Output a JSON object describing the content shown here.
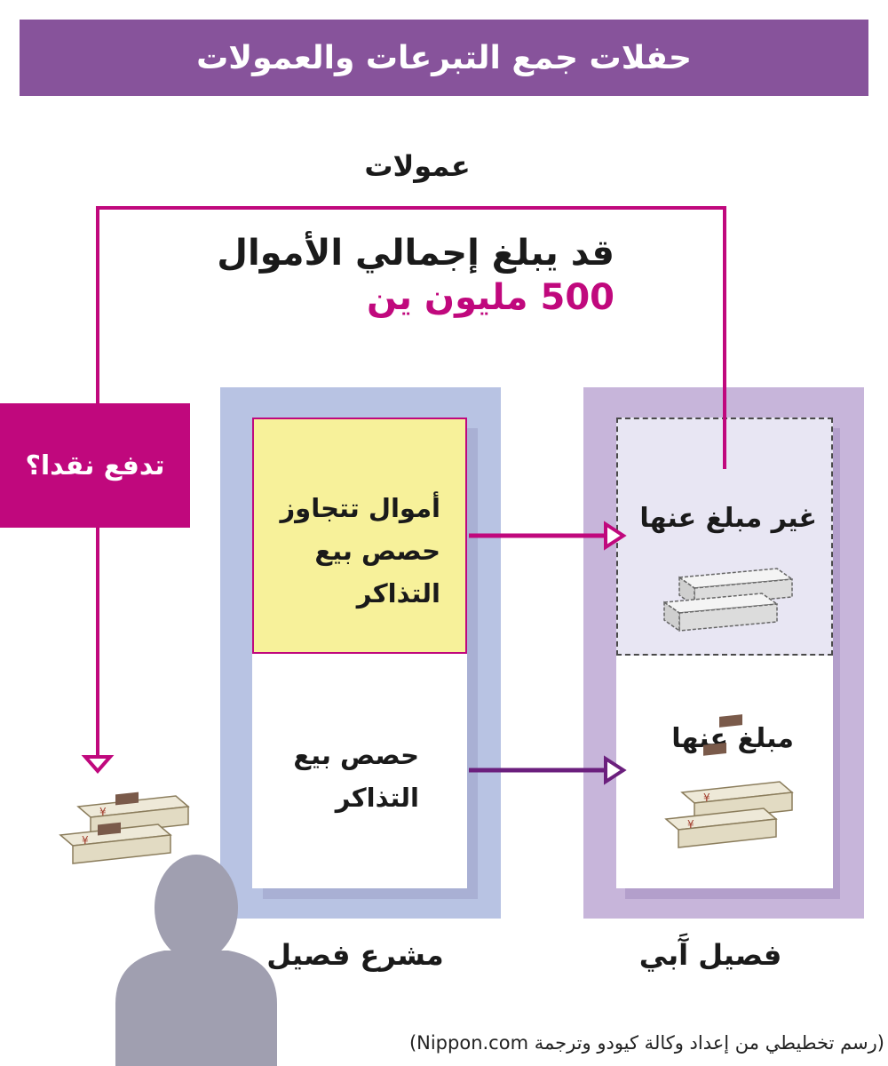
{
  "title": "حفلات جمع التبرعات والعمولات",
  "commission_label": "عمولات",
  "total": {
    "line1": "قد يبلغ إجمالي الأموال",
    "line2": "500 مليون ين"
  },
  "cash_question": "تدفع نقدا؟",
  "organizer": {
    "name": "مشرع فصيل",
    "excess_funds": "أموال تتجاوز حصص بيع التذاكر",
    "ticket_quota": "حصص بيع التذاكر"
  },
  "faction": {
    "name": "فصيل آَبي",
    "unreported": "غير مبلغ عنها",
    "reported": "مبلغ عنها"
  },
  "credit": "(رسم تخطيطي من إعداد وكالة كيودو وترجمة Nippon.com)",
  "colors": {
    "header": "#87539b",
    "accent": "#c0087d",
    "arrow_dark": "#6b1f7d",
    "left_panel": "#b8c3e3",
    "right_panel": "#c7b5da",
    "excess_box": "#f7f19a"
  },
  "icons": [
    "blank-bills-icon",
    "yen-bills-icon",
    "person-silhouette-icon"
  ]
}
